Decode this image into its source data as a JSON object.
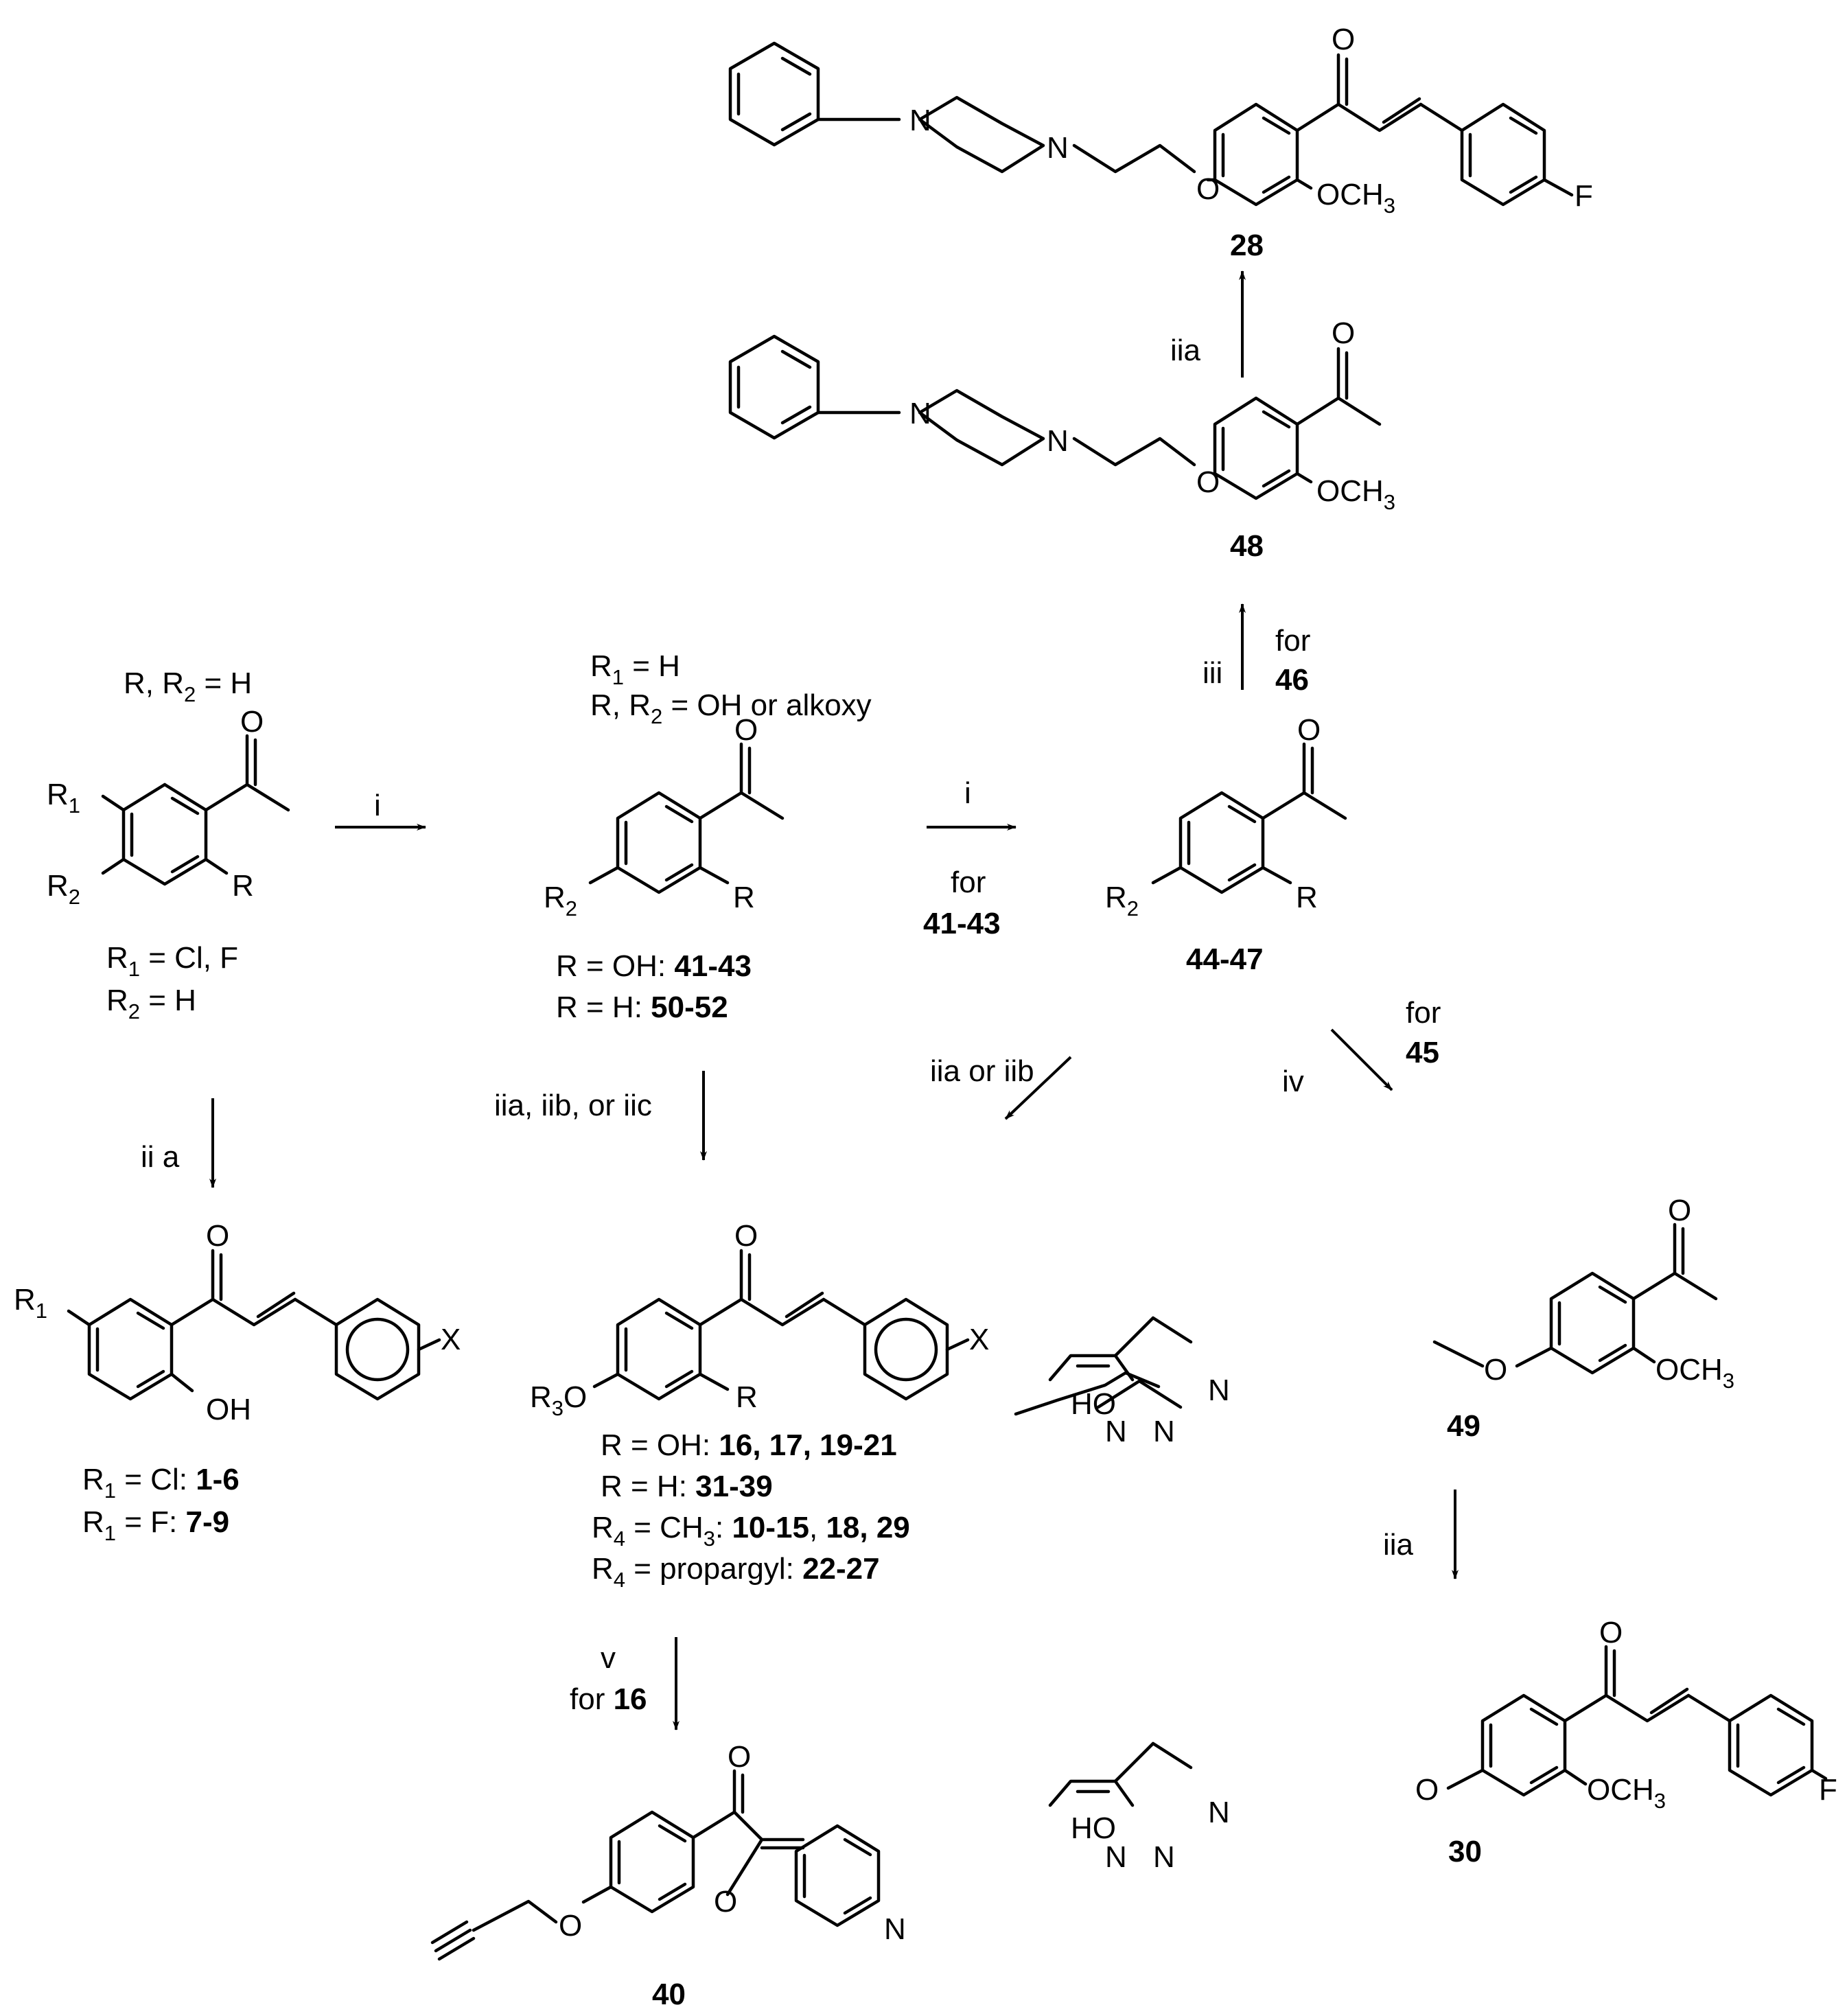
{
  "compounds": {
    "c28": {
      "label": "28",
      "ome": "OCH",
      "ome_sub": "3",
      "f": "F",
      "o": "O",
      "n1": "N",
      "n2": "N",
      "oe": "O"
    },
    "c48": {
      "label": "48",
      "ome": "OCH",
      "ome_sub": "3",
      "o": "O",
      "n1": "N",
      "n2": "N",
      "oe": "O"
    },
    "c44": {
      "label": "44-47",
      "r2": "R",
      "r2_sub": "2",
      "r": "R",
      "o": "O"
    },
    "c41": {
      "label_a_pre": "R = OH: ",
      "label_a": "41-43",
      "label_b_pre": "R = H: ",
      "label_b": "50-52",
      "r2": "R",
      "r2_sub": "2",
      "r": "R",
      "o": "O"
    },
    "start": {
      "r1": "R",
      "r1_sub": "1",
      "r2": "R",
      "r2_sub": "2",
      "r": "R",
      "o": "O"
    },
    "c1": {
      "label_a_pre": "R",
      "label_a_sub": "1",
      "label_a_mid": " = Cl: ",
      "label_a": "1-6",
      "label_b_pre": "R",
      "label_b_sub": "1",
      "label_b_mid": " = F: ",
      "label_b": "7-9",
      "r1": "R",
      "r1_sub": "1",
      "oh": "OH",
      "x": "X",
      "o": "O"
    },
    "c16": {
      "l1_pre": "R = OH: ",
      "l1": "16, 17, 19-21",
      "l2_pre": "R = H: ",
      "l2": "31-39",
      "l3_pre": "R",
      "l3_sub": "4",
      "l3_mid": " = CH",
      "l3_sub2": "3",
      "l3_mid2": ": ",
      "l3": "10-15",
      "l3_sep": ", ",
      "l3b": "18, 29",
      "l4_pre": "R",
      "l4_sub": "4",
      "l4_mid": " = propargyl: ",
      "l4": "22-27",
      "r3o": "R",
      "r3o_sub": "3",
      "r3o_o": "O",
      "r": "R",
      "x": "X",
      "o": "O"
    },
    "c49": {
      "label": "49",
      "ome": "OCH",
      "ome_sub": "3",
      "ho": "HO",
      "n1": "N",
      "n2": "N",
      "n3": "N",
      "oe": "O",
      "o": "O"
    },
    "c30": {
      "label": "30",
      "ome": "OCH",
      "ome_sub": "3",
      "ho": "HO",
      "n1": "N",
      "n2": "N",
      "n3": "N",
      "f": "F",
      "oe": "O",
      "o": "O"
    },
    "c40": {
      "label": "40",
      "o": "O",
      "o_ring": "O",
      "o_ether": "O",
      "n": "N"
    }
  },
  "conditions": {
    "start_top": {
      "pre": "R, R",
      "sub": "2",
      "post": " = H"
    },
    "start_bottom1": {
      "pre": "R",
      "sub": "1",
      "post": " = Cl, F"
    },
    "start_bottom2": {
      "pre": "R",
      "sub": "2",
      "post": " = H"
    },
    "mid_top1": {
      "pre": "R",
      "sub": "1",
      "post": " = H"
    },
    "mid_top2": {
      "pre": "R, R",
      "sub": "2",
      "post": " = OH or alkoxy"
    }
  },
  "arrows": {
    "a_i_1": "i",
    "a_i_2": "i",
    "a_i_2_for": "for",
    "a_i_2_cmpd": "41-43",
    "a_iii": "iii",
    "a_iii_for": "for",
    "a_iii_cmpd": "46",
    "a_iia_top": "iia",
    "a_iia_b": "ii a",
    "a_mid": "iia, iib, or iic",
    "a_diag": "iia or iib",
    "a_iv": "iv",
    "a_iv_for": "for",
    "a_iv_cmpd": "45",
    "a_iia_right": "iia",
    "a_v": "v",
    "a_v_for": "for ",
    "a_v_cmpd": "16"
  }
}
